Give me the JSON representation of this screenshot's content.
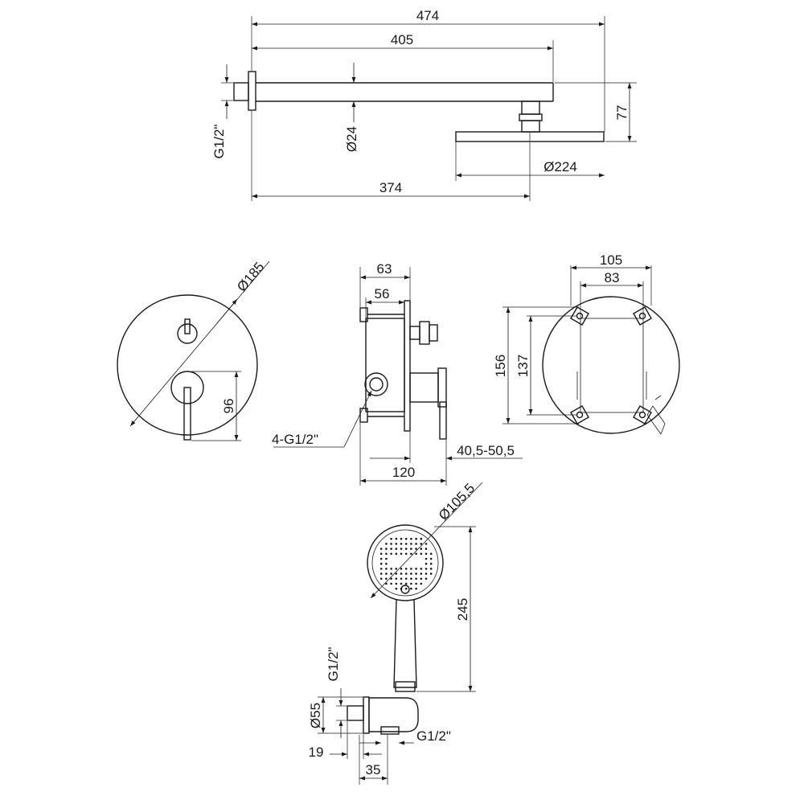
{
  "labels": {
    "top_474": "474",
    "top_405": "405",
    "top_77": "77",
    "top_g12": "G1/2\"",
    "top_d24": "Ø24",
    "top_d224": "Ø224",
    "top_374": "374",
    "plate_d185": "Ø185",
    "plate_96": "96",
    "box_63": "63",
    "box_56": "56",
    "box_4g12": "4-G1/2\"",
    "box_range": "40,5-50,5",
    "box_120": "120",
    "front_105": "105",
    "front_83": "83",
    "front_156": "156",
    "front_137": "137",
    "hand_d1055": "Ø105,5",
    "hand_245": "245",
    "hand_g12v": "G1/2\"",
    "hand_d55": "Ø55",
    "hand_g12h": "G1/2\"",
    "hand_19": "19",
    "hand_35": "35"
  }
}
